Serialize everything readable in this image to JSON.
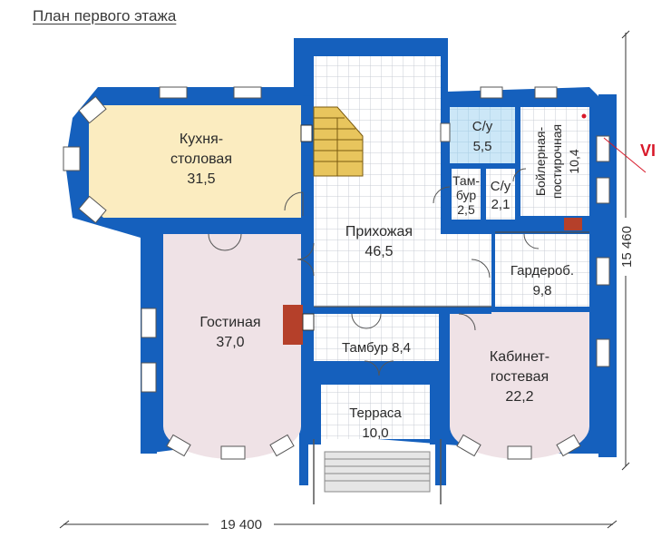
{
  "title": "План первого этажа",
  "colors": {
    "wall": "#1560bd",
    "wall_dark": "#0b3f86",
    "kitchen": "#fbecc0",
    "living": "#efe2e6",
    "hall": "#ffffff",
    "grid": "#c9ccd4",
    "bath": "#cce7f7",
    "stairs": "#e8c55d",
    "brick": "#b5402a",
    "logo": "#d8192a"
  },
  "rooms": {
    "kitchen": {
      "line1": "Кухня-",
      "line2": "столовая",
      "area": "31,5"
    },
    "living": {
      "name": "Гостиная",
      "area": "37,0"
    },
    "hall": {
      "name": "Прихожая",
      "area": "46,5"
    },
    "bath1": {
      "name": "С/у",
      "area": "5,5"
    },
    "tambur_small": {
      "line1": "Там-",
      "line2": "бур",
      "area": "2,5"
    },
    "bath2": {
      "name": "С/у",
      "area": "2,1"
    },
    "boiler": {
      "line1": "Бойлерная-",
      "line2": "постирочная",
      "area": "10,4"
    },
    "wardrobe": {
      "name": "Гардероб.",
      "area": "9,8"
    },
    "tambur": {
      "label": "Тамбур 8,4"
    },
    "study": {
      "line1": "Кабинет-",
      "line2": "гостевая",
      "area": "22,2"
    },
    "terrace": {
      "name": "Терраса",
      "area": "10,0"
    }
  },
  "dimensions": {
    "width": "19 400",
    "depth": "15 460"
  },
  "logo": {
    "text": "VI"
  }
}
